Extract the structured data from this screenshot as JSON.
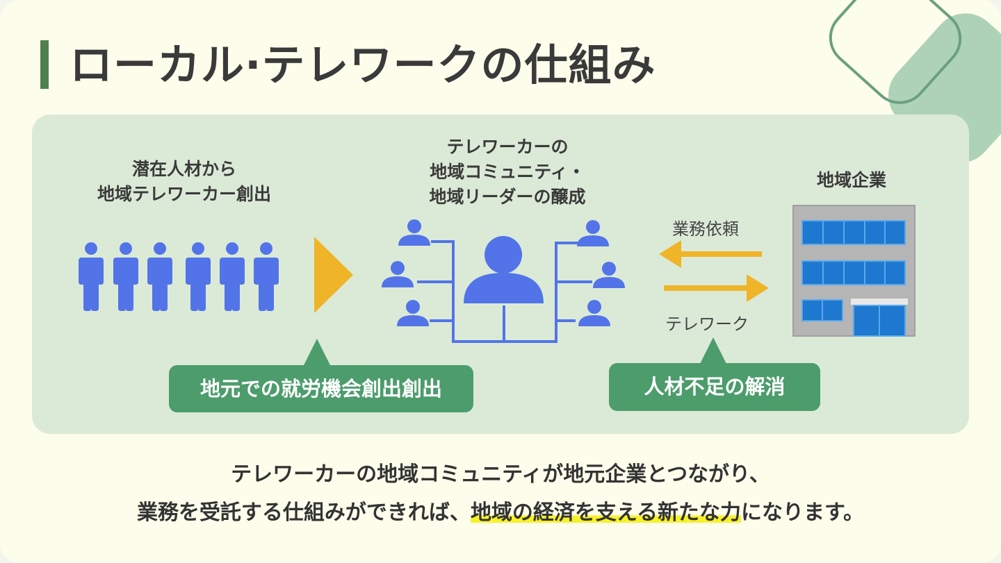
{
  "title": "ローカル·テレワークの仕組み",
  "left_group": {
    "line1": "潜在人材から",
    "line2": "地域テレワーカー創出"
  },
  "center_group": {
    "line1": "テレワーカーの",
    "line2": "地域コミュニティ・",
    "line3": "地域リーダーの醸成"
  },
  "right_group": {
    "title": "地域企業"
  },
  "arrows": {
    "request": "業務依頼",
    "telework": "テレワーク"
  },
  "tags": {
    "left": "地元での就労機会創出創出",
    "right": "人材不足の解消"
  },
  "footer": {
    "line1": "テレワーカーの地域コミュニティが地元企業とつながり、",
    "line2_before": "業務を受託する仕組みができれば、",
    "line2_highlight": "地域の経済を支える新たな力",
    "line2_after": "になります。"
  },
  "colors": {
    "person": "#5274e8",
    "connector": "#5274e8",
    "arrow": "#f0b429",
    "tag": "#4c9c6c",
    "panel": "#dbead7",
    "title_bar": "#4f7f4f",
    "highlight": "#f7f12a"
  },
  "icons": [
    "person-icon",
    "triangle-arrow-icon",
    "building-icon",
    "left-arrow-icon",
    "right-arrow-icon"
  ]
}
